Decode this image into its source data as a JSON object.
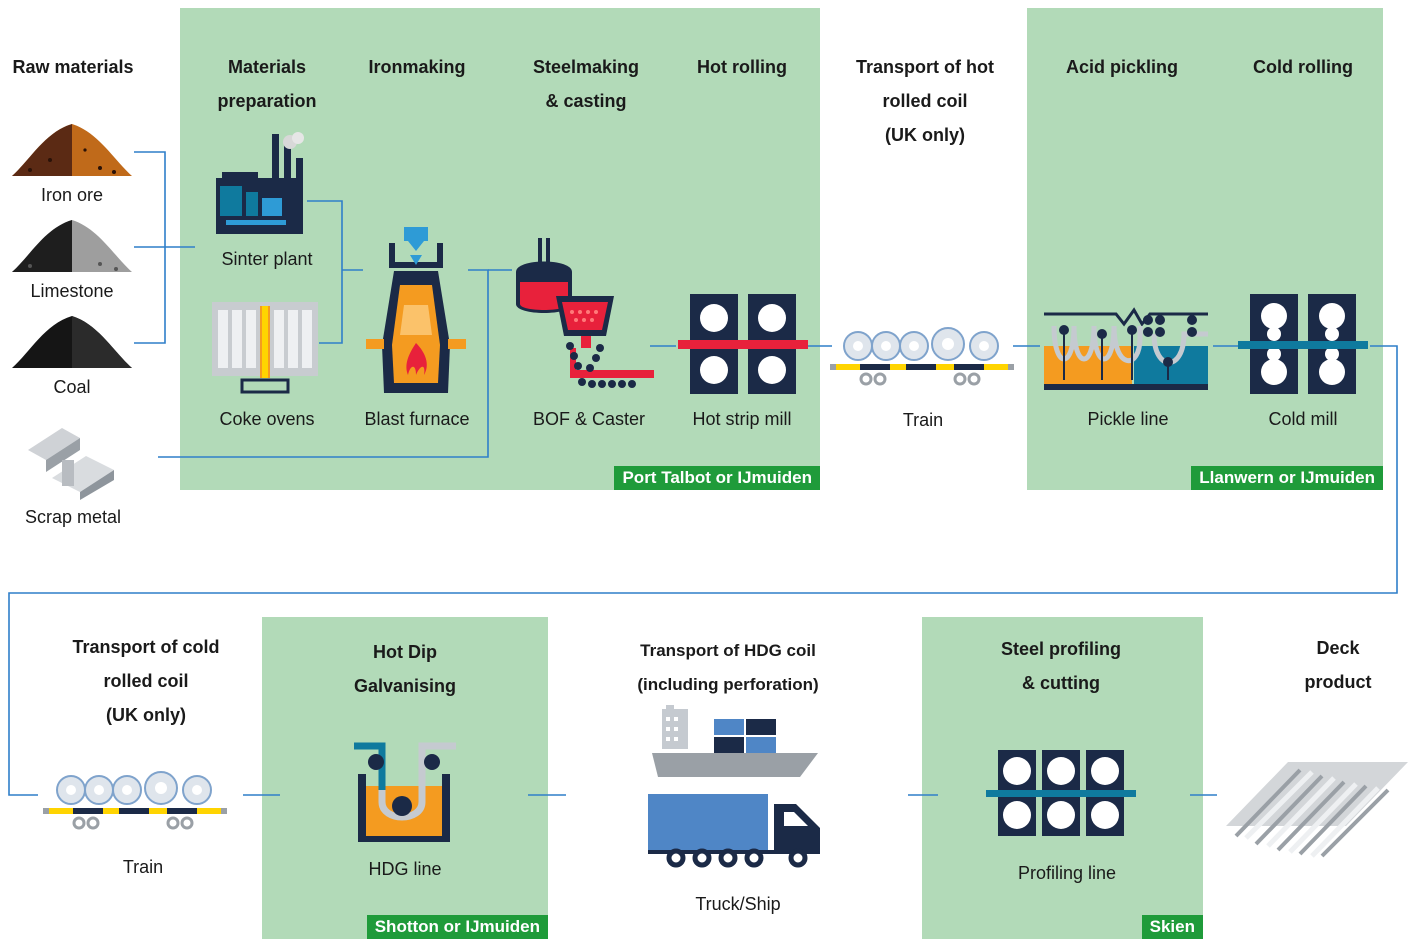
{
  "colors": {
    "zone": "#b2dab8",
    "site": "#1f9b3a",
    "connector": "#2f7fc9",
    "navy": "#1b2a47",
    "hot": "#e8213b",
    "orange": "#f49b20",
    "teal": "#0f7a9e",
    "steel": "#4f86c6"
  },
  "top": {
    "raw_materials": {
      "header": "Raw materials",
      "items": [
        {
          "label": "Iron ore",
          "icon": "iron-ore-pile-icon"
        },
        {
          "label": "Limestone",
          "icon": "limestone-pile-icon"
        },
        {
          "label": "Coal",
          "icon": "coal-pile-icon"
        },
        {
          "label": "Scrap metal",
          "icon": "scrap-metal-beam-icon"
        }
      ]
    },
    "zone1": {
      "site": "Port Talbot or IJmuiden"
    },
    "materials_prep": {
      "header_line1": "Materials",
      "header_line2": "preparation",
      "sinter_label": "Sinter plant",
      "coke_label": "Coke ovens"
    },
    "ironmaking": {
      "header": "Ironmaking",
      "label": "Blast furnace"
    },
    "steelmaking": {
      "header_line1": "Steelmaking",
      "header_line2": "& casting",
      "label": "BOF & Caster"
    },
    "hot_rolling": {
      "header": "Hot rolling",
      "label": "Hot strip mill"
    },
    "transport_hot": {
      "header_line1": "Transport of hot",
      "header_line2": "rolled coil",
      "header_line3": "(UK only)",
      "label": "Train"
    },
    "zone2": {
      "site": "Llanwern or IJmuiden"
    },
    "acid_pickling": {
      "header": "Acid pickling",
      "label": "Pickle line"
    },
    "cold_rolling": {
      "header": "Cold rolling",
      "label": "Cold mill"
    }
  },
  "bottom": {
    "transport_cold": {
      "header_line1": "Transport of cold",
      "header_line2": "rolled coil",
      "header_line3": "(UK only)",
      "label": "Train"
    },
    "zone3": {
      "site": "Shotton or IJmuiden"
    },
    "hdg": {
      "header_line1": "Hot Dip",
      "header_line2": "Galvanising",
      "label": "HDG line"
    },
    "transport_hdg": {
      "header_line1": "Transport of HDG coil",
      "header_line2": "(including perforation)",
      "label": "Truck/Ship"
    },
    "zone4": {
      "site": "Skien"
    },
    "profiling": {
      "header_line1": "Steel profiling",
      "header_line2": "& cutting",
      "label": "Profiling line"
    },
    "deck": {
      "header_line1": "Deck",
      "header_line2": "product"
    }
  }
}
